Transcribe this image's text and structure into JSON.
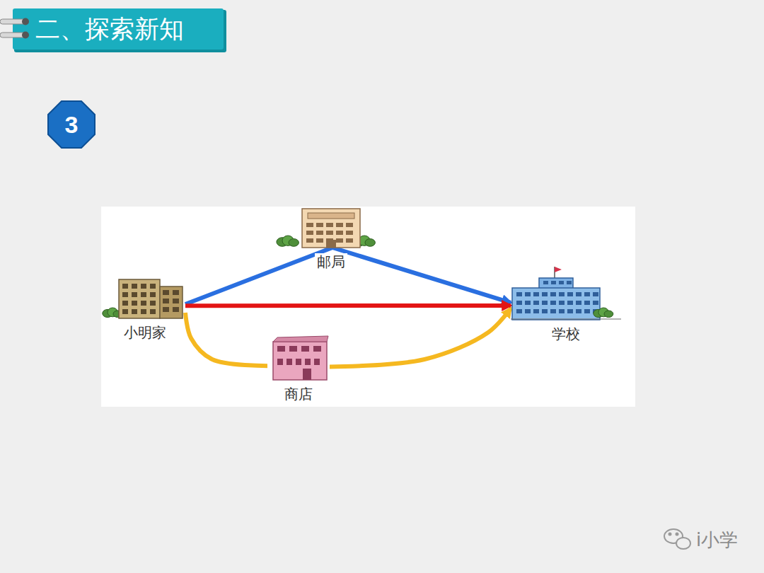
{
  "diagram": {
    "title": "二、探索新知",
    "nodes": [
      {
        "text": [
          "邮局"
        ]
      },
      {
        "text": [
          "小明家"
        ]
      },
      {
        "text": [
          "学校"
        ]
      },
      {
        "text": [
          "商店"
        ]
      }
    ],
    "edges": [
      {
        "from": 1,
        "to": 0,
        "arrow": "none"
      },
      {
        "from": 0,
        "to": 2,
        "arrow": "to"
      },
      {
        "from": 1,
        "to": 2,
        "arrow": "to"
      },
      {
        "from": 1,
        "to": 3,
        "arrow": "none"
      },
      {
        "from": 3,
        "to": 2,
        "arrow": "to"
      }
    ],
    "labels": [
      "3",
      "i小学"
    ]
  }
}
